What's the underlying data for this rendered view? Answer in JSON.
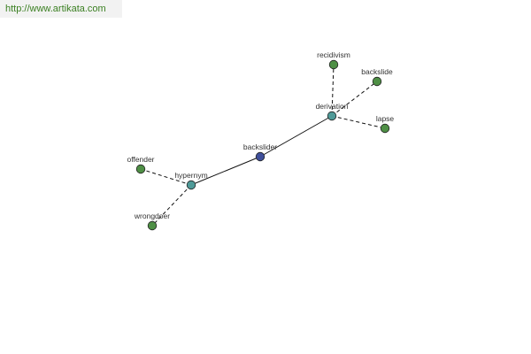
{
  "source_url": "http://www.artikata.com",
  "colors": {
    "center": "#3f4f9a",
    "relation": "#4f9a98",
    "leaf": "#4e8f45",
    "node_stroke": "#222222",
    "edge": "#111111",
    "link_text": "#3a7f21"
  },
  "graph": {
    "center": {
      "id": "backslider",
      "label": "backslider"
    },
    "relations": [
      {
        "id": "hypernym",
        "label": "hypernym",
        "targets": [
          {
            "id": "offender",
            "label": "offender"
          },
          {
            "id": "wrongdoer",
            "label": "wrongdoer"
          }
        ]
      },
      {
        "id": "derivation",
        "label": "derivation",
        "targets": [
          {
            "id": "recidivism",
            "label": "recidivism"
          },
          {
            "id": "backslide",
            "label": "backslide"
          },
          {
            "id": "lapse",
            "label": "lapse"
          }
        ]
      }
    ]
  }
}
